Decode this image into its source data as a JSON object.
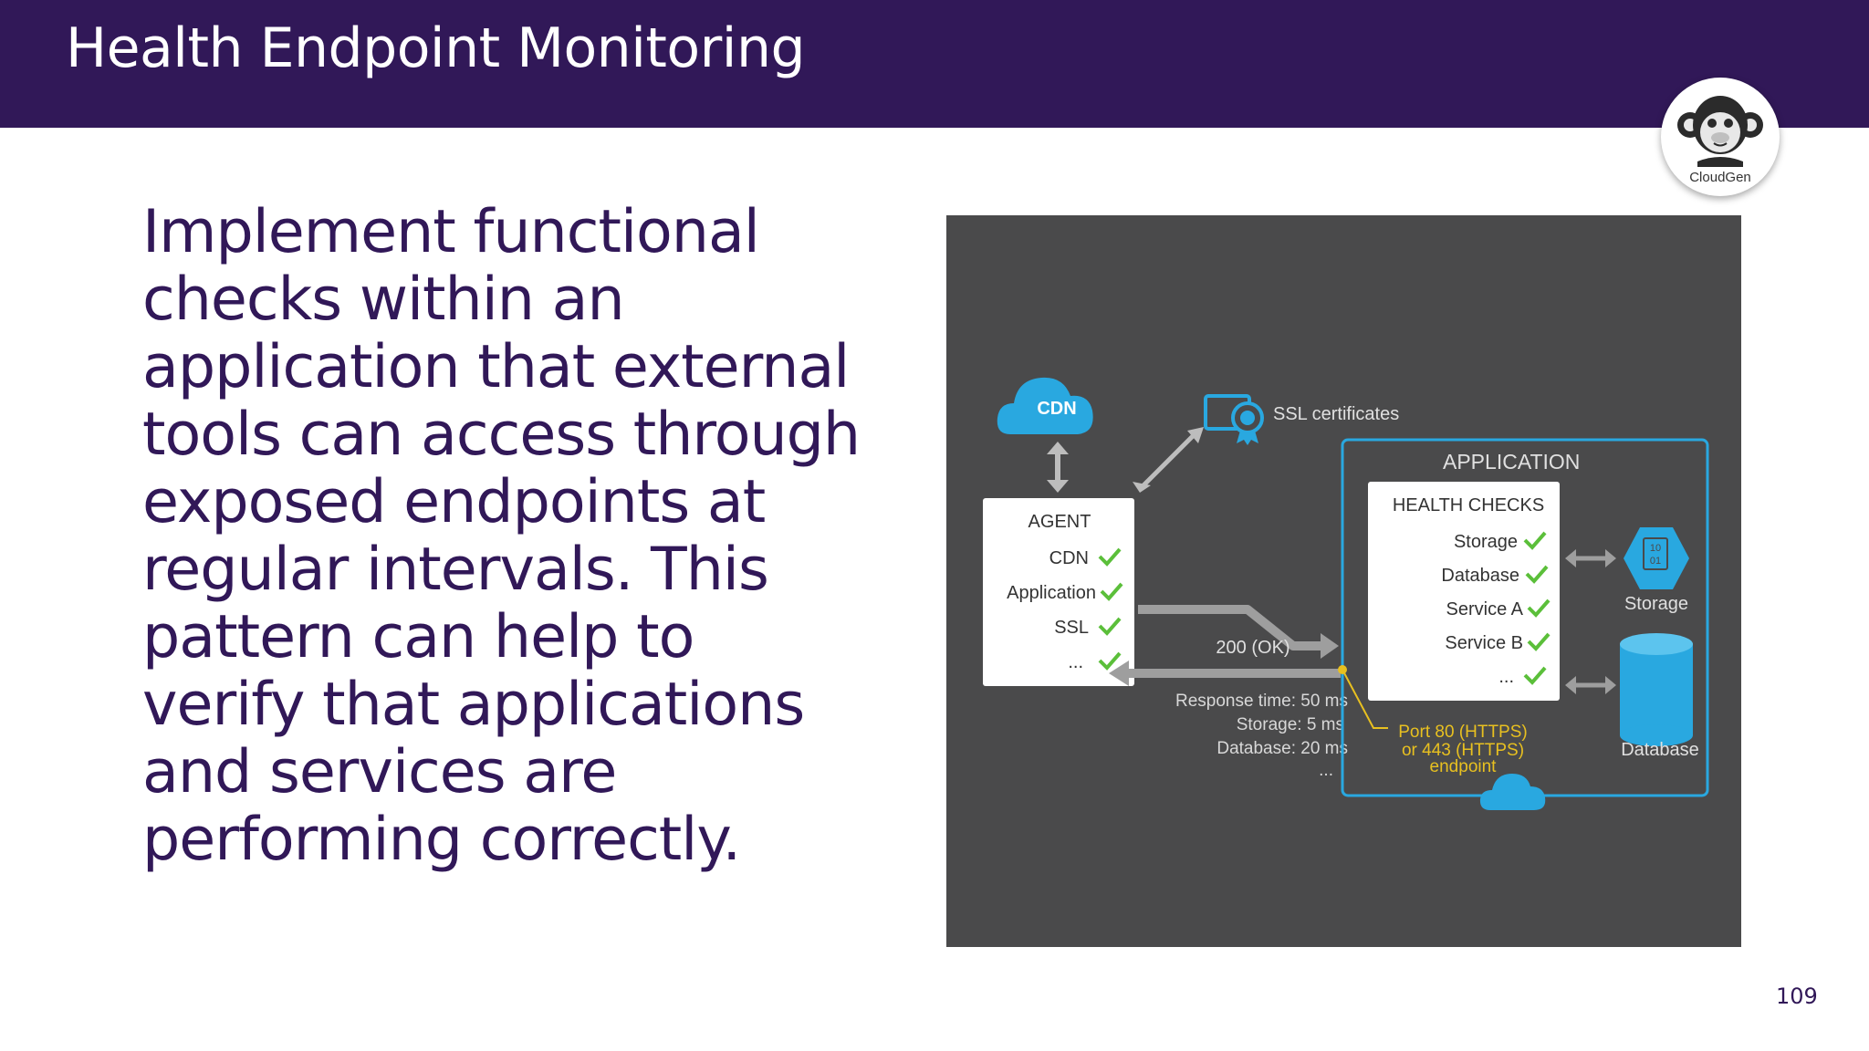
{
  "slide": {
    "title": "Health Endpoint Monitoring",
    "body": "Implement functional checks within an application that external tools can access through exposed endpoints at regular intervals. This pattern can help to verify that applications and services are performing correctly.",
    "page_number": "109",
    "logo_text": "CloudGen"
  },
  "diagram": {
    "cdn_label": "CDN",
    "ssl_label": "SSL certificates",
    "agent": {
      "title": "AGENT",
      "items": [
        "CDN",
        "Application",
        "SSL",
        "..."
      ]
    },
    "application": {
      "title": "APPLICATION",
      "health_checks_title": "HEALTH CHECKS",
      "checks": [
        "Storage",
        "Database",
        "Service A",
        "Service B",
        "..."
      ]
    },
    "response_code": "200 (OK)",
    "response_lines": [
      "Response time: 50 ms",
      "Storage: 5 ms",
      "Database: 20 ms",
      "..."
    ],
    "endpoint_lines": [
      "Port 80 (HTTPS)",
      "or 443 (HTTPS)",
      "endpoint"
    ],
    "storage_label": "Storage",
    "storage_icon_text": [
      "10",
      "01"
    ],
    "database_label": "Database",
    "colors": {
      "background": "#4a4a4b",
      "accent_blue": "#29a8e0",
      "check_green": "#5bbf3a",
      "endpoint_yellow": "#e8c020",
      "header_purple": "#311858"
    }
  }
}
